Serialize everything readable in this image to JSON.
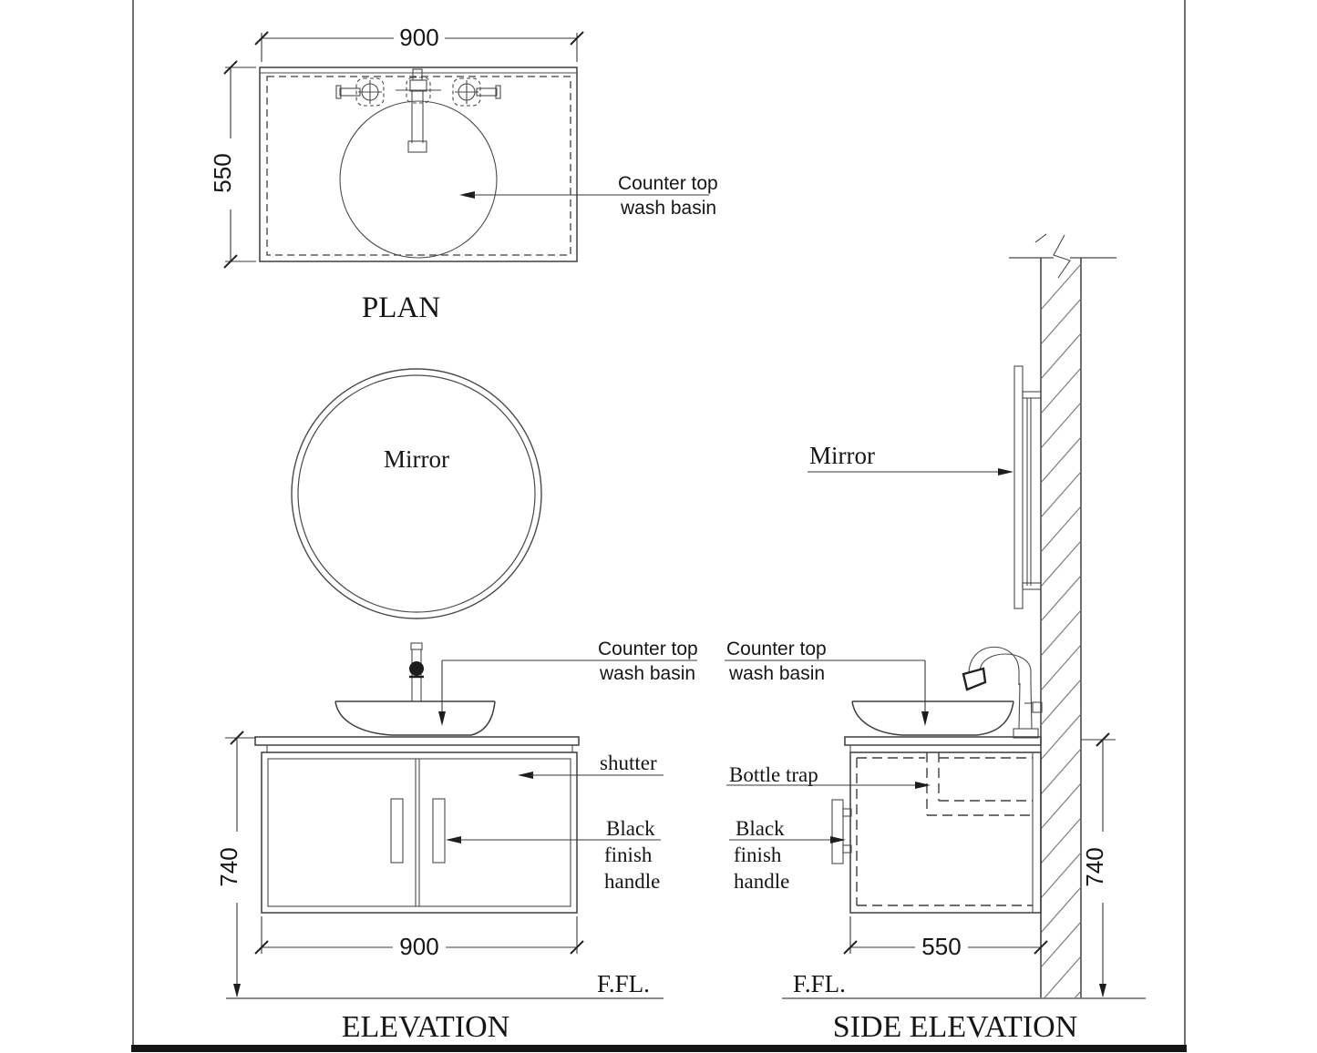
{
  "colors": {
    "line": "#3f3f3f",
    "light_line": "#7b7b7b",
    "text": "#161616",
    "background": "#ffffff"
  },
  "plan": {
    "title": "PLAN",
    "width_dim": "900",
    "depth_dim": "550",
    "basin_label_line1": "Counter top",
    "basin_label_line2": "wash basin"
  },
  "mirror_front": {
    "label": "Mirror"
  },
  "elevation": {
    "title": "ELEVATION",
    "height_dim": "740",
    "width_dim": "900",
    "floor_label": "F.FL.",
    "basin_label_line1": "Counter top",
    "basin_label_line2": "wash basin",
    "shutter_label": "shutter",
    "handle_label_line1": "Black",
    "handle_label_line2": "finish",
    "handle_label_line3": "handle"
  },
  "side_elevation": {
    "title": "SIDE ELEVATION",
    "mirror_label": "Mirror",
    "height_dim": "740",
    "depth_dim": "550",
    "floor_label": "F.FL.",
    "basin_label_line1": "Counter top",
    "basin_label_line2": "wash basin",
    "bottle_trap_label": "Bottle trap",
    "handle_label_line1": "Black",
    "handle_label_line2": "finish",
    "handle_label_line3": "handle"
  }
}
